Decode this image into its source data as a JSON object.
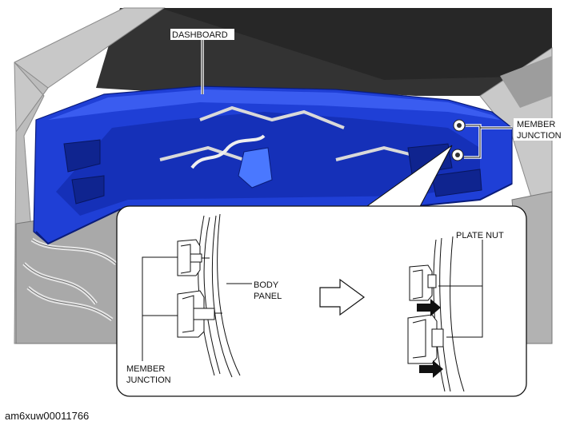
{
  "labels": {
    "dashboard": "DASHBOARD",
    "member_junction_top": [
      "MEMBER",
      "JUNCTION"
    ],
    "body_panel": [
      "BODY",
      "PANEL"
    ],
    "member_junction_bottom": [
      "MEMBER",
      "JUNCTION"
    ],
    "plate_nut": "PLATE NUT"
  },
  "caption": "am6xuw00011766",
  "colors": {
    "dashboard": "#1f3fd6",
    "dashboard_dark": "#0e2494",
    "body_shell": "#c8c8c8",
    "background": "#ffffff",
    "windshield": "#3a3a3a"
  },
  "icons": {
    "direction_arrow": "right-outline-arrow-icon",
    "push_arrow": "right-solid-arrow-icon"
  }
}
